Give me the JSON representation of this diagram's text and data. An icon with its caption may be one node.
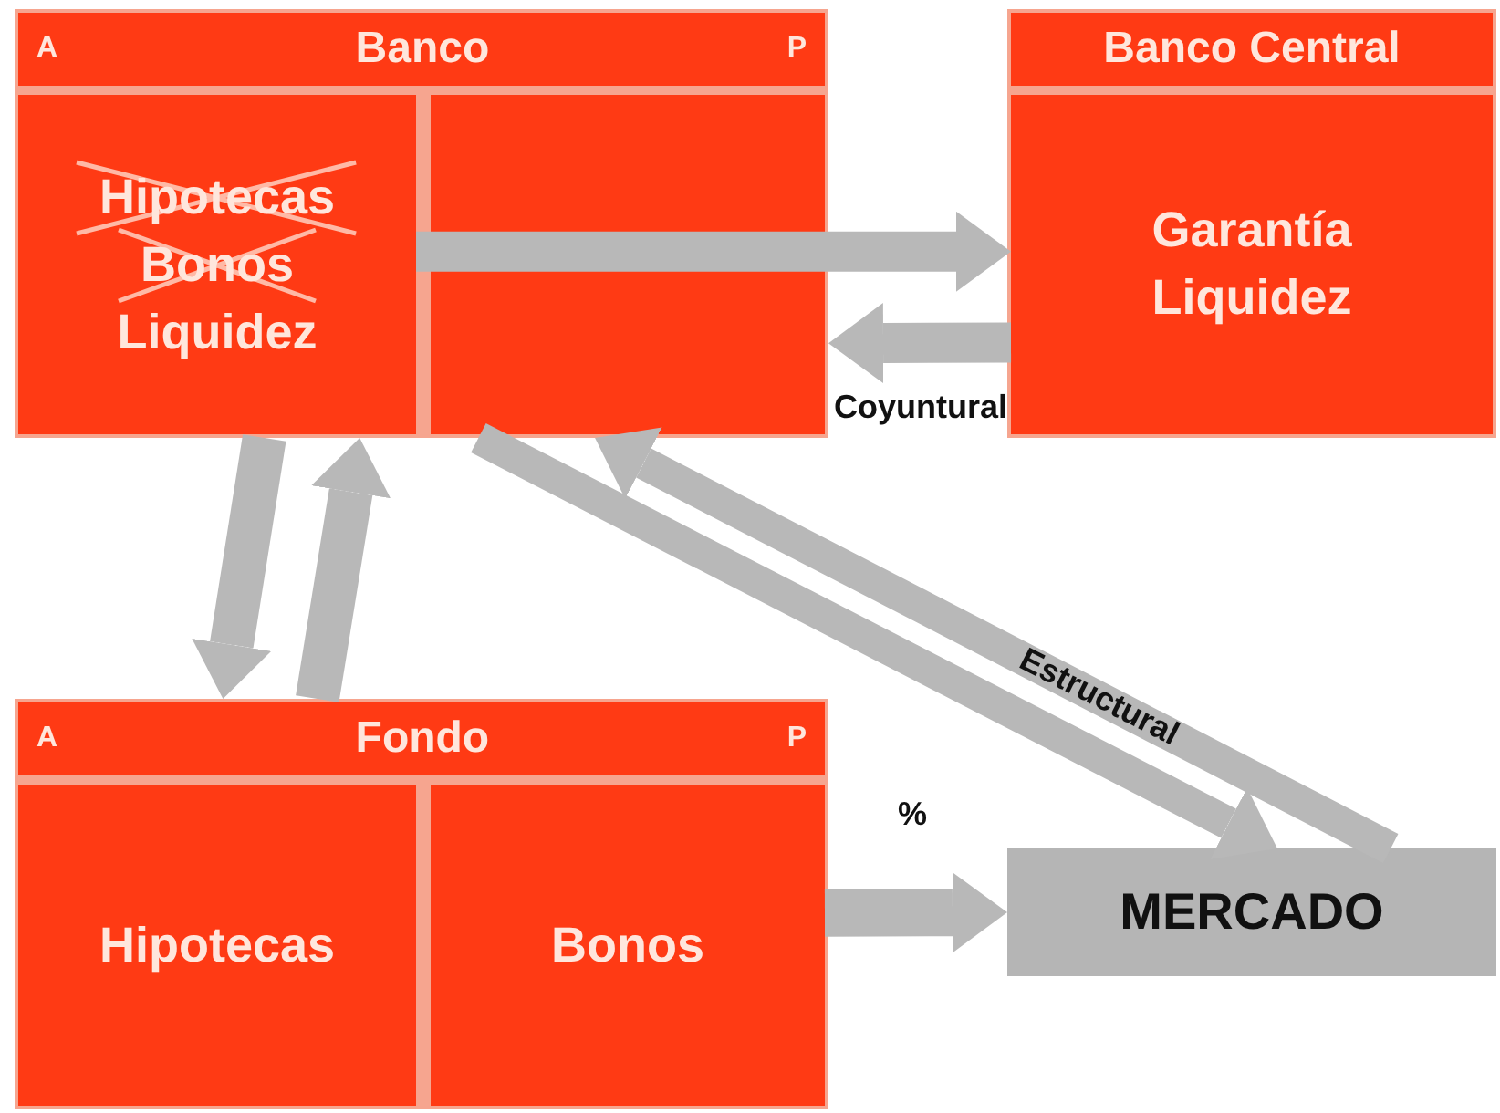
{
  "diagram": {
    "nodes": [
      {
        "text": [
          "A",
          "Banco",
          "P"
        ]
      },
      {
        "text": [
          "Hipotecas",
          "Bonos",
          "Liquidez"
        ],
        "in": 0
      },
      {
        "text": [
          "Banco Central"
        ]
      },
      {
        "text": [
          "Garantía",
          "Liquidez"
        ],
        "in": 2
      },
      {
        "text": [
          "A",
          "Fondo",
          "P"
        ]
      },
      {
        "text": [
          "Hipotecas"
        ],
        "in": 4
      },
      {
        "text": [
          "Bonos"
        ],
        "in": 4
      },
      {
        "text": [
          "MERCADO"
        ]
      }
    ],
    "edges": [
      {
        "from": 1,
        "to": 3,
        "arrow": "to"
      },
      {
        "from": 3,
        "to": 0,
        "arrow": "to",
        "label": "Coyuntural"
      },
      {
        "from": 0,
        "to": 7,
        "arrow": "to"
      },
      {
        "from": 7,
        "to": 0,
        "arrow": "to",
        "label": "Estructural"
      },
      {
        "from": 0,
        "to": 4,
        "arrow": "to"
      },
      {
        "from": 4,
        "to": 0,
        "arrow": "to"
      },
      {
        "from": 6,
        "to": 7,
        "arrow": "to",
        "label": "%"
      }
    ]
  }
}
